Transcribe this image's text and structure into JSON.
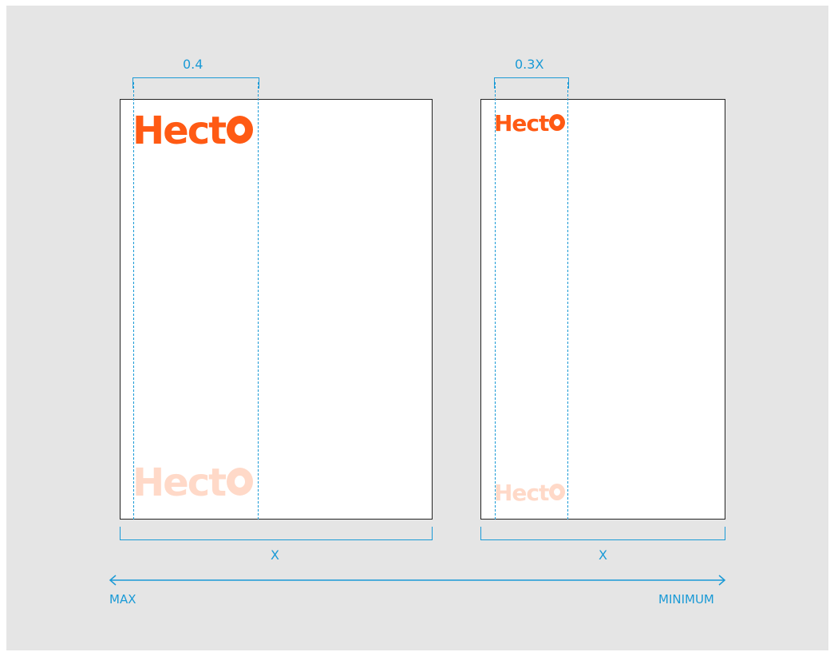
{
  "brand": {
    "logo_text": "Hecto",
    "accent_color": "#ff5a14",
    "faded_color": "#ffd9c8",
    "guide_color": "#1a9ad6"
  },
  "left_panel": {
    "ratio_label": "0.4",
    "width_label": "X"
  },
  "right_panel": {
    "ratio_label": "0.3X",
    "width_label": "X"
  },
  "scale": {
    "left_label": "MAX",
    "right_label": "MINIMUM"
  }
}
